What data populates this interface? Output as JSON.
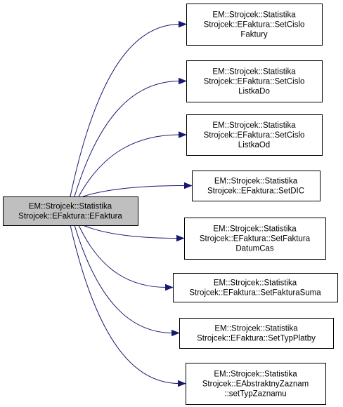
{
  "colors": {
    "source_fill": "#bfbfbf",
    "node_fill": "#ffffff",
    "edge": "#191970"
  },
  "source": {
    "lines": [
      "EM::Strojcek::Statistika",
      "Strojcek::EFaktura::EFaktura"
    ]
  },
  "targets": [
    {
      "lines": [
        "EM::Strojcek::Statistika",
        "Strojcek::EFaktura::SetCislo",
        "Faktury"
      ]
    },
    {
      "lines": [
        "EM::Strojcek::Statistika",
        "Strojcek::EFaktura::SetCislo",
        "ListkaDo"
      ]
    },
    {
      "lines": [
        "EM::Strojcek::Statistika",
        "Strojcek::EFaktura::SetCislo",
        "ListkaOd"
      ]
    },
    {
      "lines": [
        "EM::Strojcek::Statistika",
        "Strojcek::EFaktura::SetDIC"
      ]
    },
    {
      "lines": [
        "EM::Strojcek::Statistika",
        "Strojcek::EFaktura::SetFaktura",
        "DatumCas"
      ]
    },
    {
      "lines": [
        "EM::Strojcek::Statistika",
        "Strojcek::EFaktura::SetFakturaSuma"
      ]
    },
    {
      "lines": [
        "EM::Strojcek::Statistika",
        "Strojcek::EFaktura::SetTypPlatby"
      ]
    },
    {
      "lines": [
        "EM::Strojcek::Statistika",
        "Strojcek::EAbstraktnyZaznam",
        "::setTypZaznamu"
      ]
    }
  ]
}
